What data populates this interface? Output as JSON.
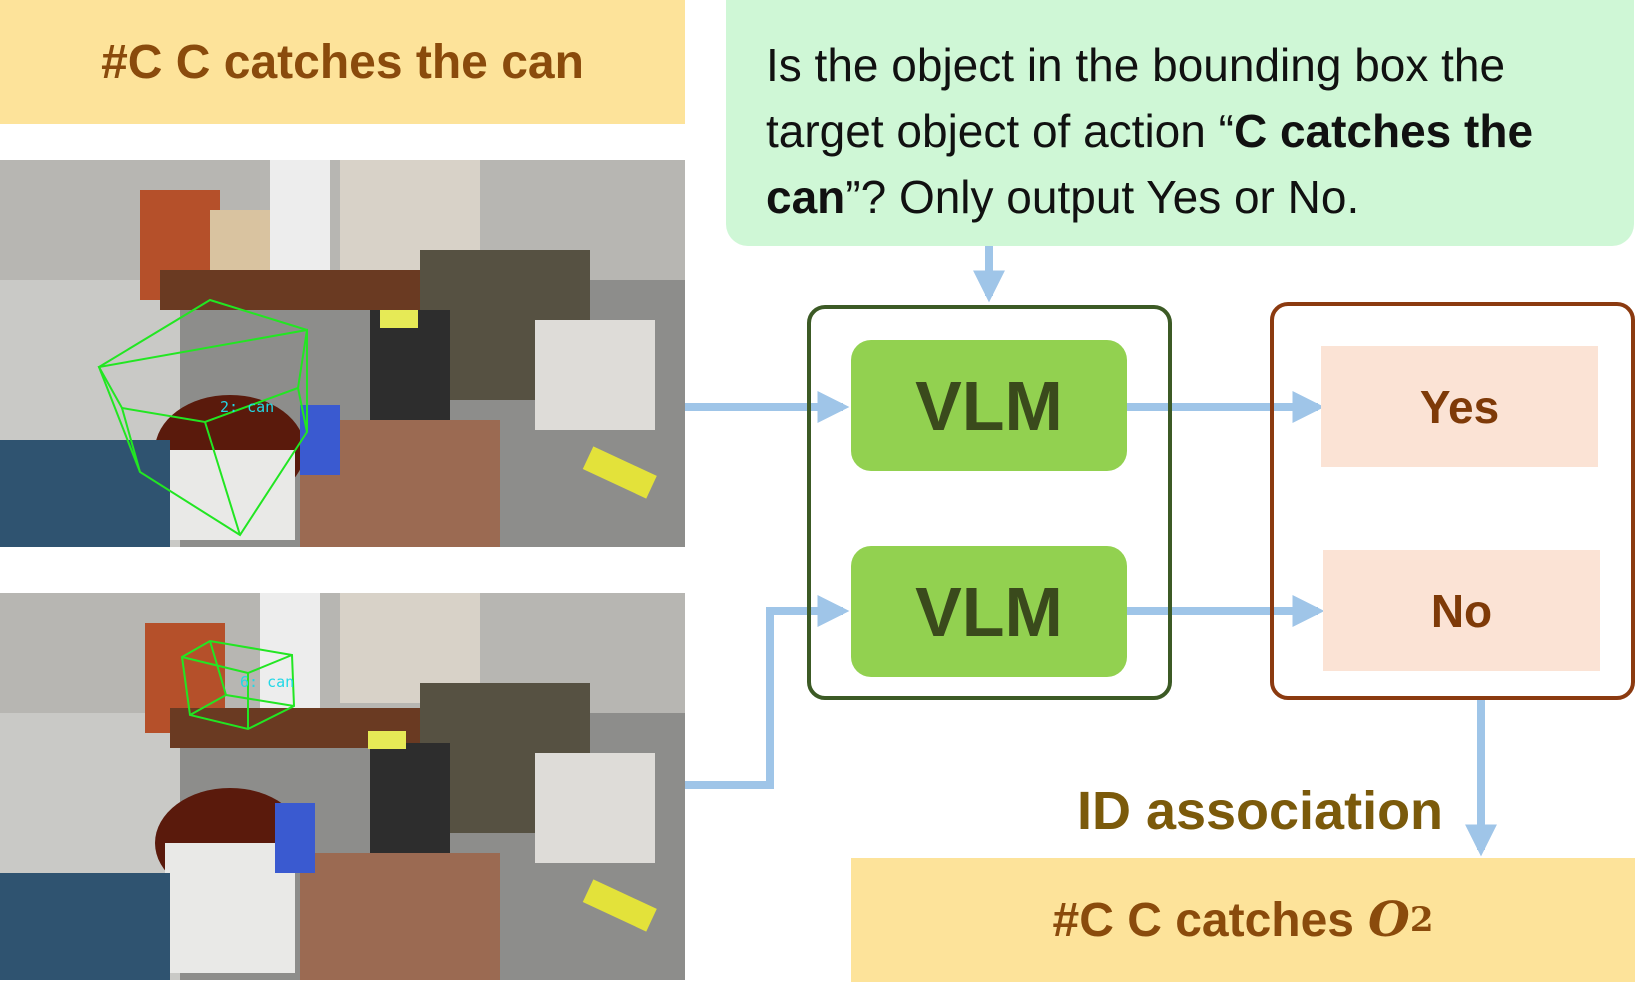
{
  "action_title": "#C C catches the can",
  "question": {
    "part1": "Is the object in the bounding box the target object of action “",
    "bold": "C catches the can",
    "part2": "”? Only output Yes or No."
  },
  "frames": [
    {
      "box_label": "2: can"
    },
    {
      "box_label": "6: can"
    }
  ],
  "vlm_labels": [
    "VLM",
    "VLM"
  ],
  "answers": [
    "Yes",
    "No"
  ],
  "association_label": "ID association",
  "result": {
    "text": "#C C catches",
    "symbol": "O",
    "subscript": "2"
  },
  "colors": {
    "title_bg": "#fde39a",
    "question_bg": "#cff7d6",
    "vlm_fill": "#92d150",
    "answer_fill": "#fbe3d5",
    "arrow": "#9fc5e8",
    "bbox": "#22e622"
  }
}
